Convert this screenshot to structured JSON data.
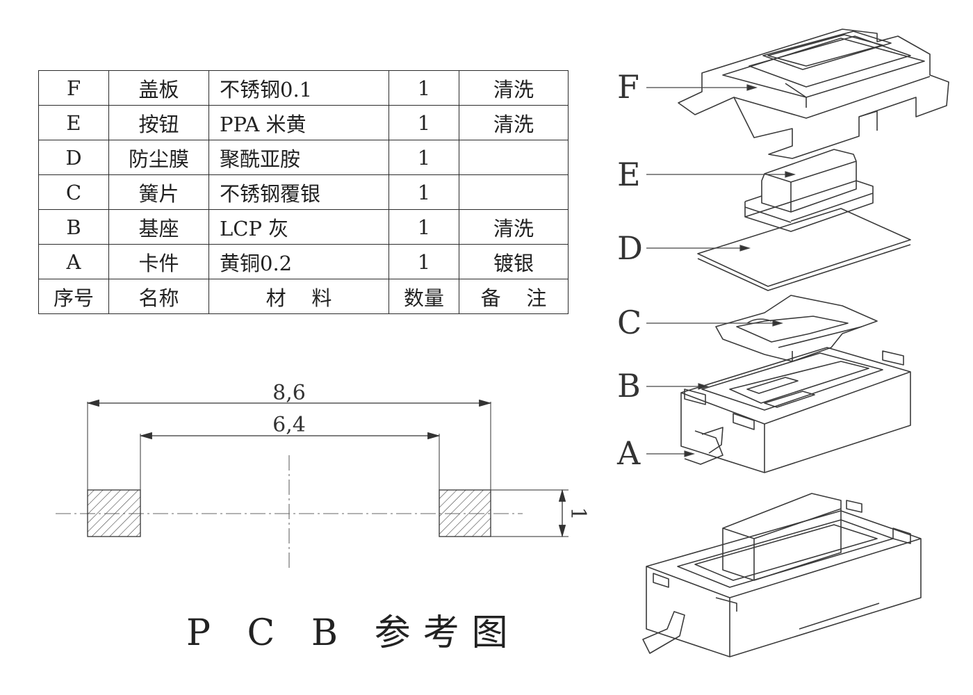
{
  "bom": {
    "rows": [
      {
        "id": "F",
        "name": "盖板",
        "material": "不锈钢0.1",
        "qty": "1",
        "note": "清洗"
      },
      {
        "id": "E",
        "name": "按钮",
        "material": "PPA 米黄",
        "qty": "1",
        "note": "清洗"
      },
      {
        "id": "D",
        "name": "防尘膜",
        "material": "聚酰亚胺",
        "qty": "1",
        "note": ""
      },
      {
        "id": "C",
        "name": "簧片",
        "material": "不锈钢覆银",
        "qty": "1",
        "note": ""
      },
      {
        "id": "B",
        "name": "基座",
        "material": "LCP 灰",
        "qty": "1",
        "note": "清洗"
      },
      {
        "id": "A",
        "name": "卡件",
        "material": "黄铜0.2",
        "qty": "1",
        "note": "镀银"
      }
    ],
    "header": {
      "id": "序号",
      "name": "名称",
      "material": "材    料",
      "qty": "数量",
      "note": "备    注"
    }
  },
  "pcb": {
    "title": "P C B 参考图",
    "dim_outer": "8,6",
    "dim_inner": "6,4",
    "dim_height": "1"
  },
  "exploded": {
    "labels": [
      "F",
      "E",
      "D",
      "C",
      "B",
      "A"
    ]
  }
}
